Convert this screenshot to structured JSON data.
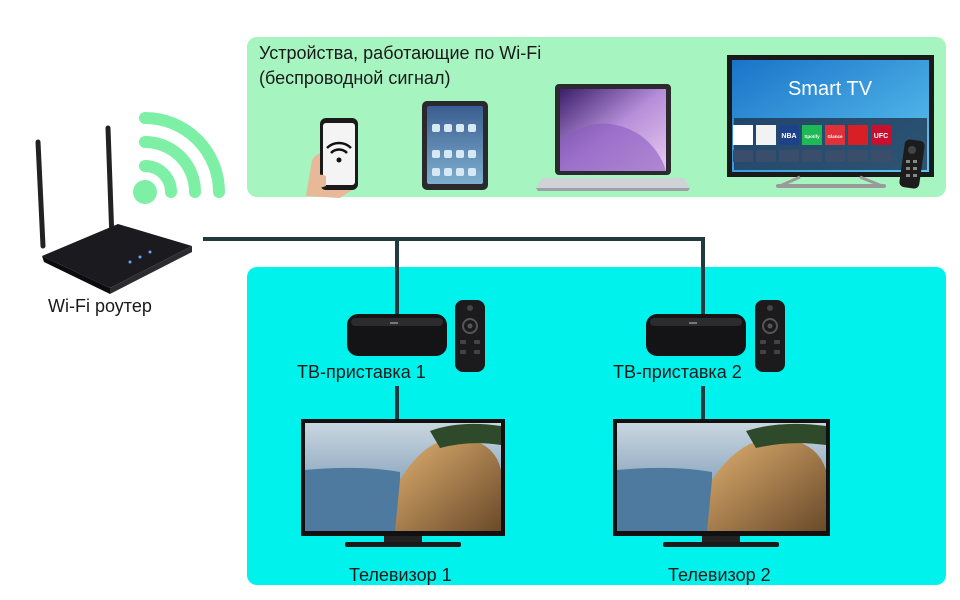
{
  "wifi_zone": {
    "title_line1": "Устройства, работающие по Wi-Fi",
    "title_line2": "(беспроводной сигнал)",
    "smart_tv_text": "Smart TV",
    "app_tiles": [
      {
        "text": "NBA",
        "color": "#1d428a"
      },
      {
        "text": "Spotify",
        "color": "#1db954"
      },
      {
        "text": "Glance",
        "color": "#e0313a"
      },
      {
        "text": "",
        "color": "#d81f26"
      },
      {
        "text": "UFC",
        "color": "#c8102e"
      }
    ]
  },
  "router": {
    "label": "Wi-Fi роутер"
  },
  "set_top_boxes": [
    {
      "label": "ТВ-приставка 1"
    },
    {
      "label": "ТВ-приставка 2"
    }
  ],
  "tvs": [
    {
      "label": "Телевизор 1"
    },
    {
      "label": "Телевизор 2"
    }
  ],
  "colors": {
    "wifi_zone": "#a6f5c1",
    "wired_zone": "#00f2ec",
    "wifi_signal": "#7ef0a6",
    "cable": "#1f3b3f"
  }
}
